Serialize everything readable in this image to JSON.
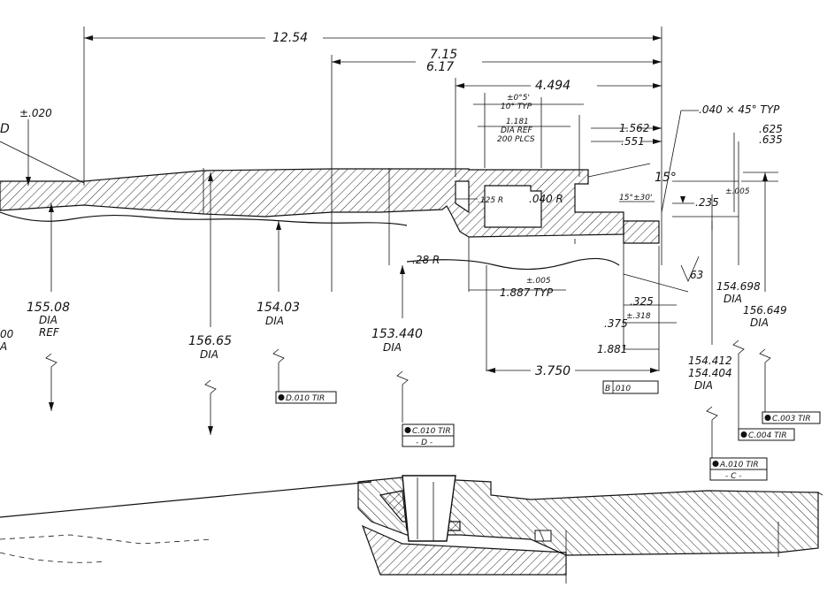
{
  "dimensions": {
    "overall_length": "12.54",
    "length_715": "7.15",
    "length_617": "6.17",
    "length_4494": "4.494",
    "tol_angle": "±0°5'",
    "angle_10_typ": "10° TYP",
    "dia_1181": "1.181",
    "dia_ref_label": "DIA REF",
    "places_label": "200 PLCS",
    "dim_1562": "1.562",
    "dim_1551": ".551",
    "chamfer_note": ".040 × 45° TYP",
    "dim_625": ".625",
    "dim_635": ".635",
    "angle_15": "15°",
    "radius_125": ".125 R",
    "radius_040": ".040 R",
    "angle_15_30": "15°±30'",
    "dim_235": ".235",
    "tol_005": "±.005",
    "radius_28": ".28 R",
    "tol_005b": "±.005",
    "dim_1887": "1.887 TYP",
    "finish_63": "63",
    "dim_325": ".325",
    "dim_375": ".375",
    "tol_318": "±.318",
    "dim_1881": "1.881",
    "dim_3750": "3.750",
    "tol_020": "±.020",
    "dim_left_d": "D"
  },
  "diameters": [
    {
      "value": "155.08",
      "line2": "DIA",
      "line3": "REF"
    },
    {
      "value": "156.65",
      "line2": "DIA"
    },
    {
      "value": "154.03",
      "line2": "DIA"
    },
    {
      "value": "153.440",
      "line2": "DIA"
    },
    {
      "value": "154.698",
      "line2": "DIA"
    },
    {
      "value": "156.649",
      "line2": "DIA"
    },
    {
      "value": "154.412",
      "line2": "154.404",
      "line3": "DIA"
    },
    {
      "value": "00",
      "line2": "A"
    }
  ],
  "control_frames": {
    "d_tir": "D.010 TIR",
    "b_010": "B .010",
    "c_010_tir": "C.010 TIR",
    "datum_d": "- D -",
    "c_004_tir": "C.004 TIR",
    "c_003_tir": "C.003 TIR",
    "a_010_tir": "A.010 TIR",
    "datum_c": "- C -"
  },
  "colors": {
    "ink": "#111111",
    "paper": "#ffffff"
  }
}
